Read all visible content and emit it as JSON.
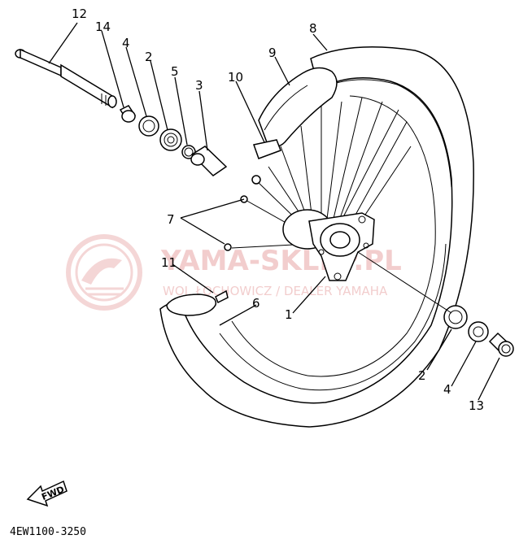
{
  "diagram": {
    "drawing_code": "4EW1100-3250",
    "direction_arrow_label": "FWD",
    "watermark": {
      "title": "YAMA-SKLEP.PL",
      "subtitle": "WOJ. ŁOCHOWICZ / DEALER YAMAHA"
    },
    "callouts": [
      "12",
      "14",
      "4",
      "2",
      "5",
      "3",
      "10",
      "9",
      "8",
      "7",
      "11",
      "6",
      "1",
      "2",
      "4",
      "13"
    ]
  }
}
